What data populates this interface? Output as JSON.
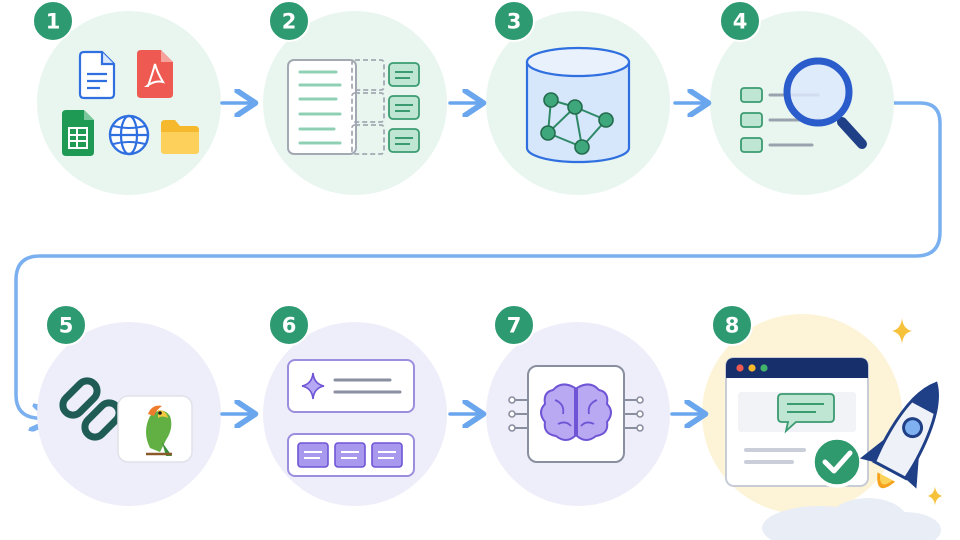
{
  "steps": [
    {
      "number": "1",
      "icons": [
        "document-icon",
        "pdf-icon",
        "spreadsheet-icon",
        "globe-icon",
        "folder-icon"
      ],
      "circle_color": "#e8f6ef"
    },
    {
      "number": "2",
      "icons": [
        "document-chunks-icon"
      ],
      "circle_color": "#e8f6ef"
    },
    {
      "number": "3",
      "icons": [
        "vector-database-icon"
      ],
      "circle_color": "#e8f6ef"
    },
    {
      "number": "4",
      "icons": [
        "search-results-icon",
        "magnifier-icon"
      ],
      "circle_color": "#e8f6ef"
    },
    {
      "number": "5",
      "icons": [
        "chain-link-icon",
        "parrot-icon"
      ],
      "circle_color": "#eeedfa"
    },
    {
      "number": "6",
      "icons": [
        "prompt-card-icon",
        "sparkle-icon"
      ],
      "circle_color": "#eeedfa"
    },
    {
      "number": "7",
      "icons": [
        "brain-chip-icon"
      ],
      "circle_color": "#eeedfa"
    },
    {
      "number": "8",
      "icons": [
        "browser-window-icon",
        "chat-bubble-icon",
        "check-icon",
        "rocket-icon"
      ],
      "circle_color": "#fdf3d7"
    }
  ],
  "colors": {
    "badge": "#2e9a72",
    "arrow": "#6aa6ee",
    "connector": "#7ab0ef",
    "green_accent": "#2f9a6e",
    "purple_accent": "#6f55d6",
    "blue_accent": "#2868d8"
  }
}
